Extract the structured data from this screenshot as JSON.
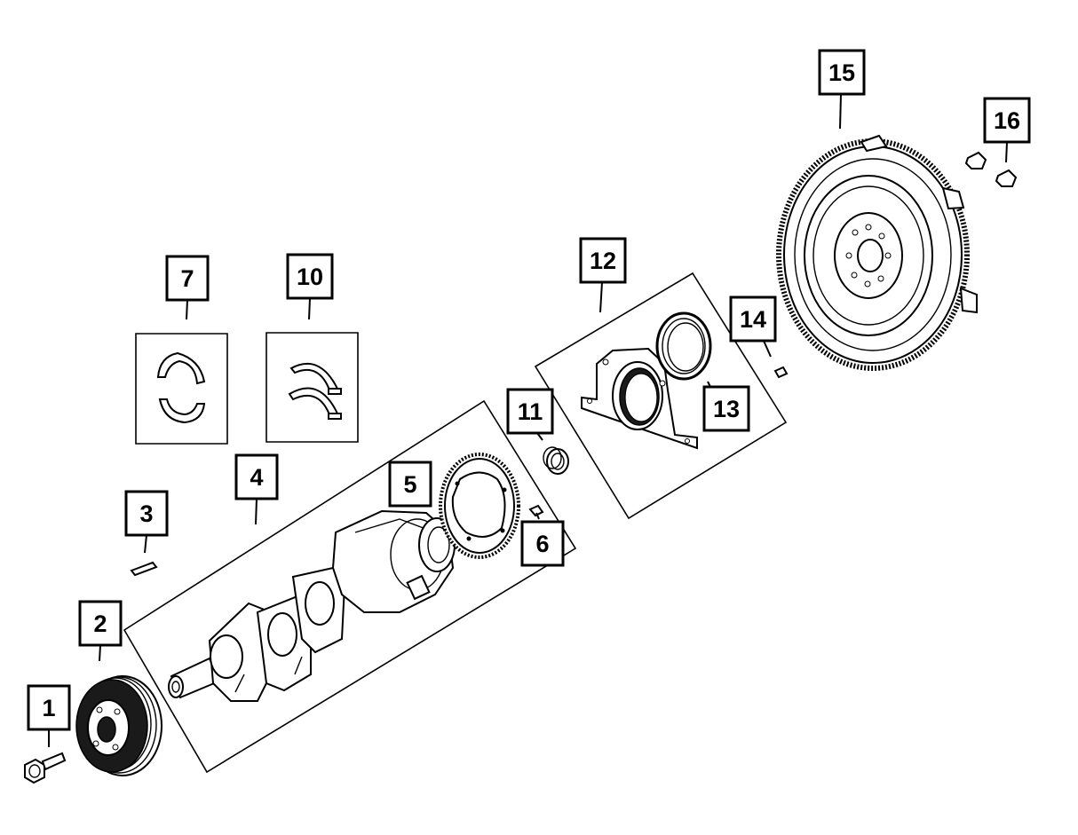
{
  "callouts": [
    {
      "id": "c1",
      "label": "1"
    },
    {
      "id": "c2",
      "label": "2"
    },
    {
      "id": "c3",
      "label": "3"
    },
    {
      "id": "c4",
      "label": "4"
    },
    {
      "id": "c5",
      "label": "5"
    },
    {
      "id": "c6",
      "label": "6"
    },
    {
      "id": "c7",
      "label": "7"
    },
    {
      "id": "c10",
      "label": "10"
    },
    {
      "id": "c11",
      "label": "11"
    },
    {
      "id": "c12",
      "label": "12"
    },
    {
      "id": "c13",
      "label": "13"
    },
    {
      "id": "c14",
      "label": "14"
    },
    {
      "id": "c15",
      "label": "15"
    },
    {
      "id": "c16",
      "label": "16"
    }
  ],
  "colors": {
    "line": "#000000",
    "background": "#ffffff"
  }
}
